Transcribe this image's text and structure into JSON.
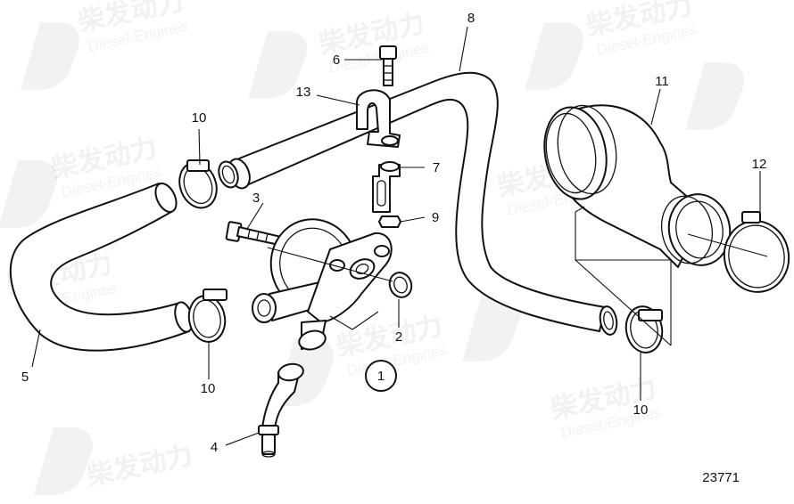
{
  "diagram": {
    "callouts": {
      "p1": "1",
      "p2": "2",
      "p3": "3",
      "p4": "4",
      "p5": "5",
      "p6": "6",
      "p7": "7",
      "p8": "8",
      "p9": "9",
      "p10a": "10",
      "p10b": "10",
      "p10c": "10",
      "p11": "11",
      "p12": "12",
      "p13": "13"
    },
    "drawing_number": "23771"
  },
  "watermark": {
    "brand_cn": "柴发动力",
    "brand_en": "Diesel-Engines"
  }
}
